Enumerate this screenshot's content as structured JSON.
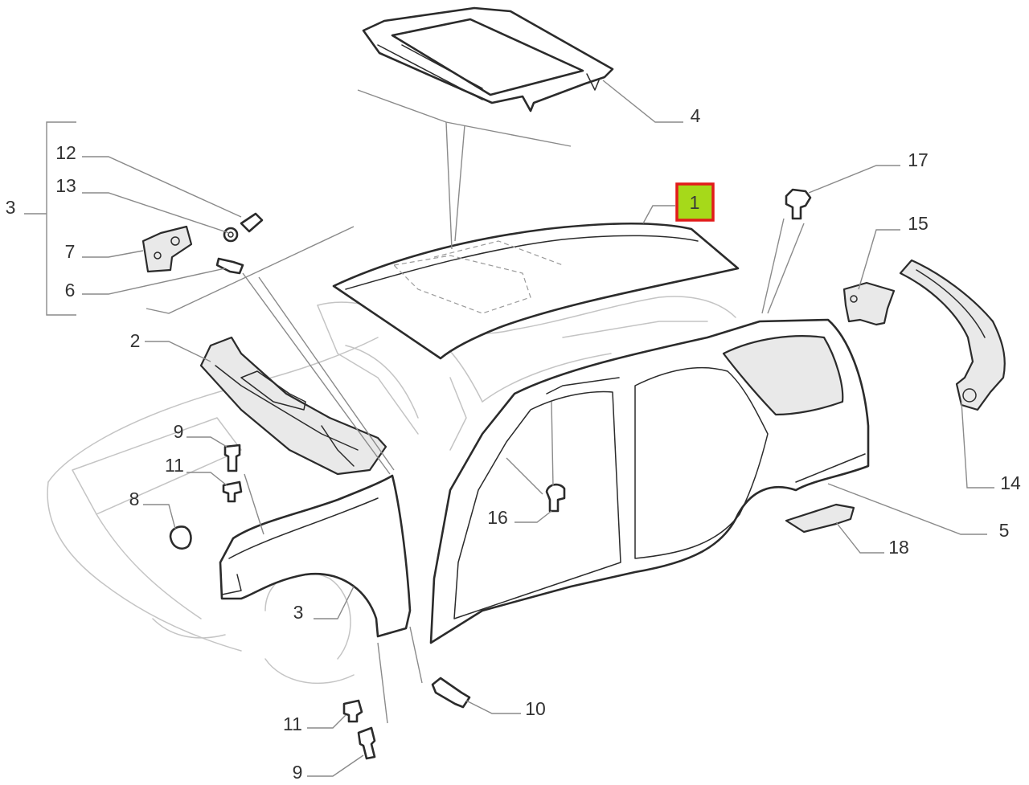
{
  "diagram": {
    "callouts": [
      {
        "id": "c1",
        "label": "1",
        "highlighted": true
      },
      {
        "id": "c2",
        "label": "2"
      },
      {
        "id": "c3a",
        "label": "3"
      },
      {
        "id": "c3b",
        "label": "3"
      },
      {
        "id": "c4",
        "label": "4"
      },
      {
        "id": "c5",
        "label": "5"
      },
      {
        "id": "c6",
        "label": "6"
      },
      {
        "id": "c7",
        "label": "7"
      },
      {
        "id": "c8",
        "label": "8"
      },
      {
        "id": "c9a",
        "label": "9"
      },
      {
        "id": "c9b",
        "label": "9"
      },
      {
        "id": "c10",
        "label": "10"
      },
      {
        "id": "c11a",
        "label": "11"
      },
      {
        "id": "c11b",
        "label": "11"
      },
      {
        "id": "c12",
        "label": "12"
      },
      {
        "id": "c13",
        "label": "13"
      },
      {
        "id": "c14",
        "label": "14"
      },
      {
        "id": "c15",
        "label": "15"
      },
      {
        "id": "c16",
        "label": "16"
      },
      {
        "id": "c17",
        "label": "17"
      },
      {
        "id": "c18",
        "label": "18"
      }
    ],
    "colors": {
      "highlight_fill": "#a6d91a",
      "highlight_border": "#e21b1b",
      "part_stroke": "#2b2b2b",
      "ghost_stroke": "#c4c4c4",
      "leader": "#8a8a8a"
    }
  }
}
